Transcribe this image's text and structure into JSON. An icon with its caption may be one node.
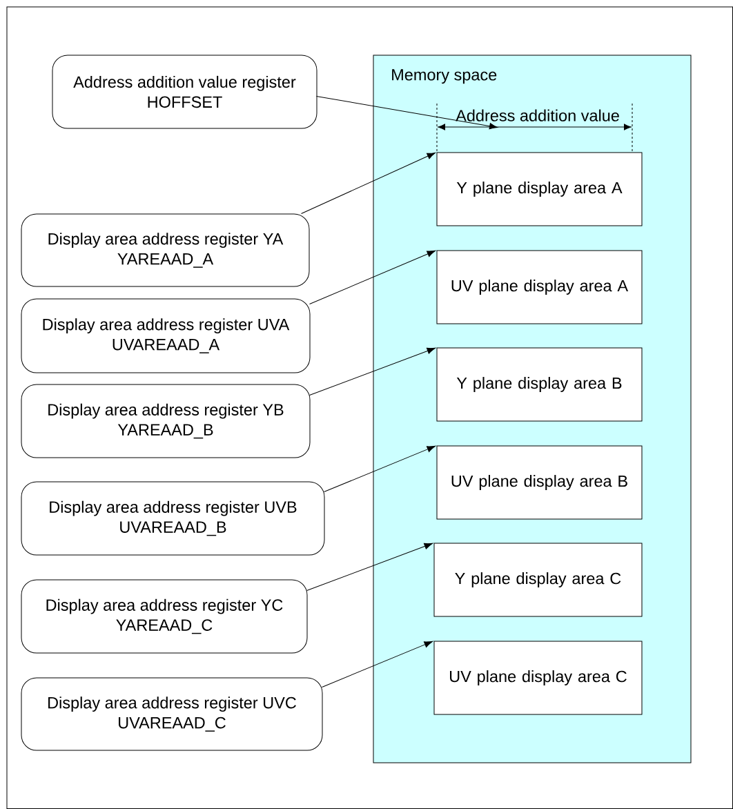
{
  "diagram": {
    "nodes": [
      {
        "text": [
          "Memory space"
        ]
      },
      {
        "text": [
          "Y plane display area A"
        ],
        "in": 0
      },
      {
        "text": [
          "UV plane display area A"
        ],
        "in": 0
      },
      {
        "text": [
          "Y plane display area B"
        ],
        "in": 0
      },
      {
        "text": [
          "UV plane display area B"
        ],
        "in": 0
      },
      {
        "text": [
          "Y plane display area C"
        ],
        "in": 0
      },
      {
        "text": [
          "UV plane display area C"
        ],
        "in": 0
      },
      {
        "text": [
          "Address addition value register HOFFSET"
        ]
      },
      {
        "text": [
          "Display area address register YA YAREAAD_A"
        ]
      },
      {
        "text": [
          "Display area address register UVA UVAREAAD_A"
        ]
      },
      {
        "text": [
          "Display area address register YB YAREAAD_B"
        ]
      },
      {
        "text": [
          "Display area address register UVB UVAREAAD_B"
        ]
      },
      {
        "text": [
          "Display area address register YC YAREAAD_C"
        ]
      },
      {
        "text": [
          "Display area address register UVC UVAREAAD_C"
        ]
      },
      {
        "text": [
          "Address addition value"
        ],
        "in": 0
      }
    ],
    "edges": [
      {
        "from": 7,
        "to": 14,
        "arrow": "to"
      },
      {
        "from": 8,
        "to": 1,
        "arrow": "to"
      },
      {
        "from": 9,
        "to": 2,
        "arrow": "to"
      },
      {
        "from": 10,
        "to": 3,
        "arrow": "to"
      },
      {
        "from": 11,
        "to": 4,
        "arrow": "to"
      },
      {
        "from": 12,
        "to": 5,
        "arrow": "to"
      },
      {
        "from": 13,
        "to": 6,
        "arrow": "to"
      }
    ]
  }
}
